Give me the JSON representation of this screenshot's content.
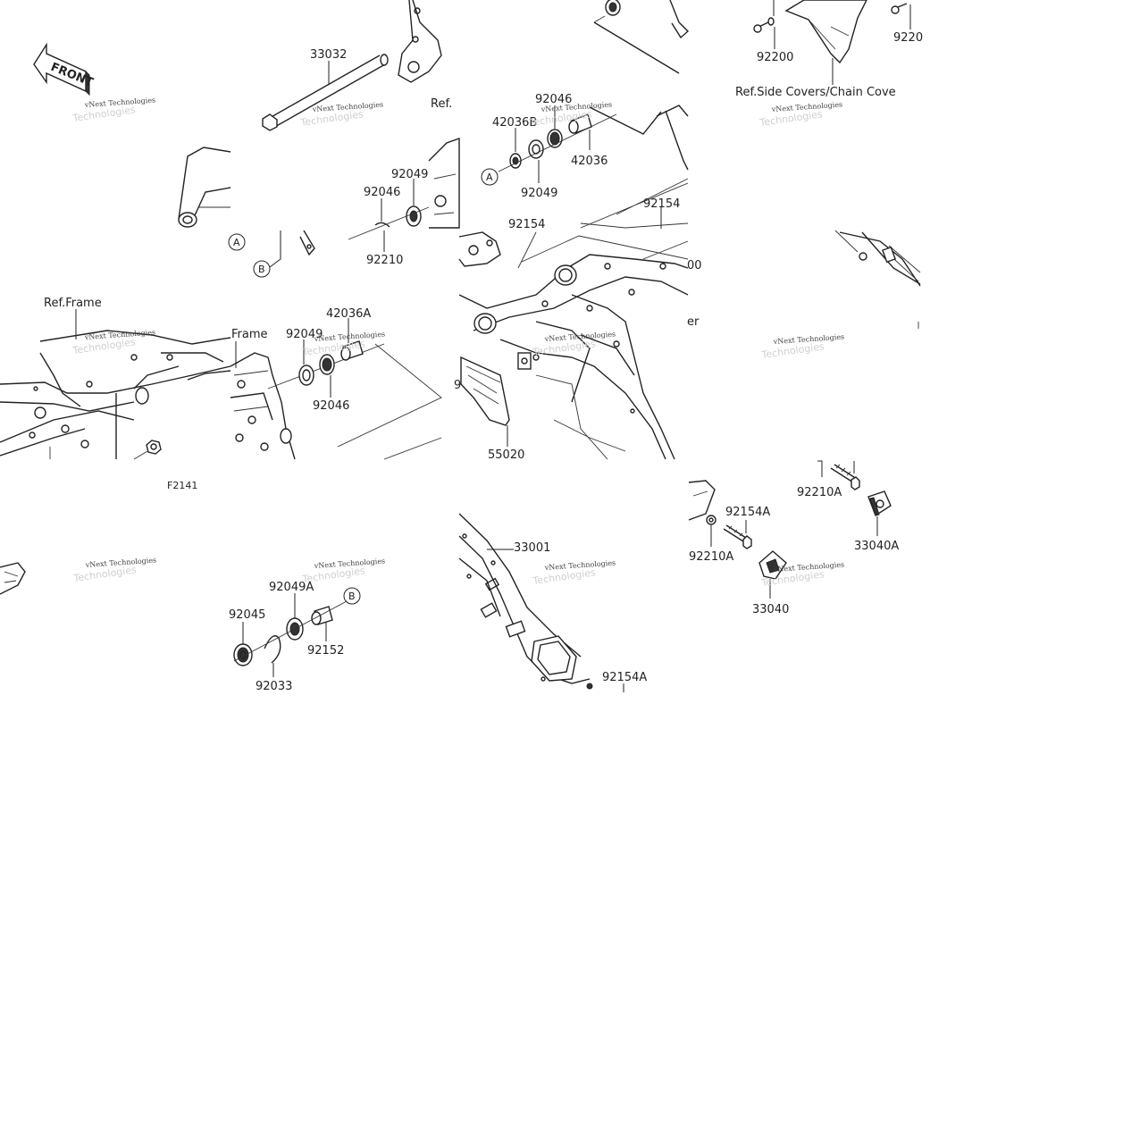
{
  "diagram": {
    "figure_code": "F2141",
    "front_arrow_label": "FRONT",
    "watermark_text": "vNext Technologies",
    "watermark_ghost_text": "Technologies",
    "refs": {
      "ref_frame": "Ref.Frame",
      "ref_frame_short": "Frame",
      "ref_partial": "Ref.",
      "ref_side_covers": "Ref.Side Covers/Chain Cove",
      "ref_cut_er": "er",
      "ref_cut_00": "00",
      "ref_cut_9": "9"
    },
    "callouts": {
      "a": "A",
      "b": "B"
    },
    "part_numbers": {
      "p33032": "33032",
      "p92049_top": "92049",
      "p92046_top": "92046",
      "p92210_top": "92210",
      "p42036B": "42036B",
      "p92046_right": "92046",
      "p42036": "42036",
      "p92049_right": "92049",
      "p92154_a": "92154",
      "p92154_b": "92154",
      "p92200": "92200",
      "p9220_cut": "9220",
      "p42036A": "42036A",
      "p92049_mid": "92049",
      "p92046_mid": "92046",
      "p55020": "55020",
      "p92049A": "92049A",
      "p92045": "92045",
      "p92033": "92033",
      "p92152": "92152",
      "p33001": "33001",
      "p92154A_bottom": "92154A",
      "p92210A_top": "92210A",
      "p33040A": "33040A",
      "p92154A_right": "92154A",
      "p92210A_left": "92210A",
      "p33040": "33040"
    }
  }
}
